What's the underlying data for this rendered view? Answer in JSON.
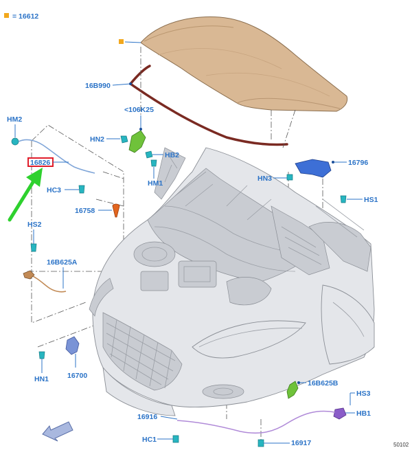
{
  "legend": {
    "marker_color": "#f2a81d",
    "text": "= 16612"
  },
  "highlight": {
    "part": "16826",
    "box_color": "#e01d2a",
    "arrow_color": "#2ed12e"
  },
  "labels": {
    "l16B990": "16B990",
    "l106K25": "<106K25",
    "lHM2": "HM2",
    "lHN2": "HN2",
    "lHB2": "HB2",
    "lHM1": "HM1",
    "lHN3": "HN3",
    "l16796": "16796",
    "lHS1": "HS1",
    "lHC3": "HC3",
    "l16758": "16758",
    "lHS2": "HS2",
    "l16B625A": "16B625A",
    "lHN1": "HN1",
    "l16700": "16700",
    "l16B625B": "16B625B",
    "lHS3": "HS3",
    "lHB1": "HB1",
    "l16916": "16916",
    "lHC1": "HC1",
    "l16917": "16917"
  },
  "reference": "50102",
  "colors": {
    "label_blue": "#2b73c7",
    "hood": "#d9b894",
    "seal": "#7a2a22",
    "clip": "#27b5c0",
    "bracket_green": "#6fc23a",
    "hinge_blue": "#3d6fd6",
    "latch_purple": "#8a5cc8"
  }
}
